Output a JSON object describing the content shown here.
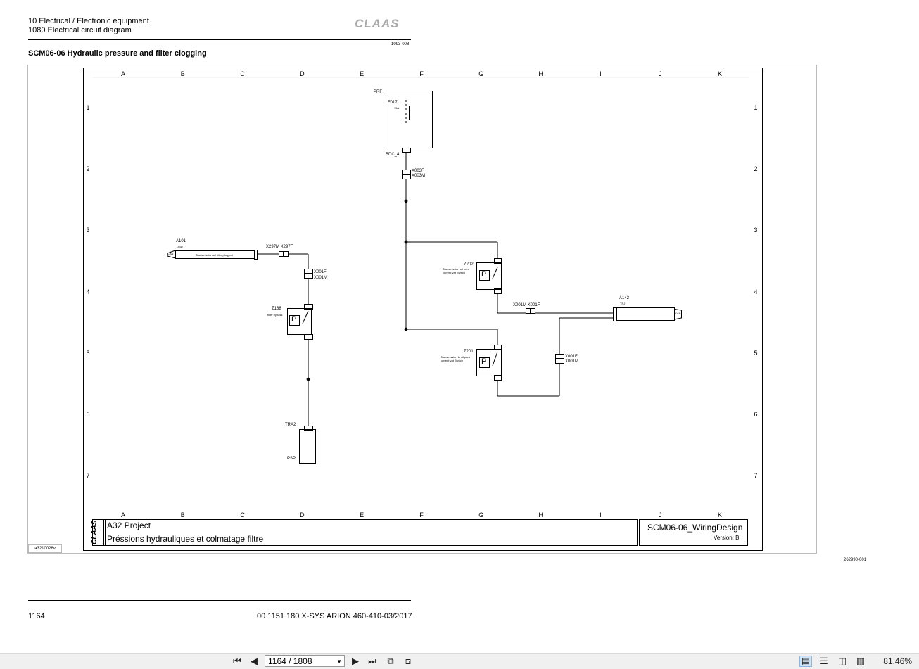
{
  "header": {
    "line1": "10 Electrical / Electronic equipment",
    "line2": "1080 Electrical circuit diagram",
    "logo": "CLAAS",
    "doc_code": "1093-008",
    "section_title": "SCM06-06 Hydraulic pressure and filter clogging"
  },
  "grid": {
    "columns": [
      "A",
      "B",
      "C",
      "D",
      "E",
      "F",
      "G",
      "H",
      "I",
      "J",
      "K"
    ],
    "rows": [
      "1",
      "2",
      "3",
      "4",
      "5",
      "6",
      "7"
    ]
  },
  "components": {
    "prf": "PRF",
    "f017": "F017",
    "f017_rating": "15A",
    "bdc": "BDC_4",
    "x003f": "X003F",
    "x003m": "X003M",
    "a101": "A101",
    "a101_sub": "OBD",
    "a101_desc": "Transmission oil filter plugged",
    "x297": "X297M  X297F",
    "x001f_left": "X001F",
    "x001m_left": "X001M",
    "z188": "Z188",
    "z188_desc": "filter bypass",
    "tra2": "TRA2",
    "psp": "PSP",
    "z202": "Z202",
    "z202_desc": "Transmission oil pres current vat Switch",
    "z201": "Z201",
    "z201_desc": "Transmission lo oil pres current vat Switch",
    "x001_mid": "X001M  X001F",
    "a142": "A142",
    "a142_sub": "TRJ",
    "x001f_right": "X001F",
    "x001m_right": "X001M",
    "p_symbol": "P",
    "can_label": "CAN"
  },
  "title_block": {
    "logo": "CLAAS",
    "project": "A32 Project",
    "description": "Préssions hydrauliques et colmatage filtre",
    "design_name": "SCM06-06_WiringDesign",
    "version": "Version: B"
  },
  "margin": {
    "left_ref": "a3210028v",
    "right_ref": "262990-001"
  },
  "footer": {
    "page_number": "1164",
    "doc_ref": "00 1151 180 X-SYS ARION 460-410-03/2017"
  },
  "viewer": {
    "page_display": "1164 / 1808",
    "zoom": "81.46%"
  }
}
